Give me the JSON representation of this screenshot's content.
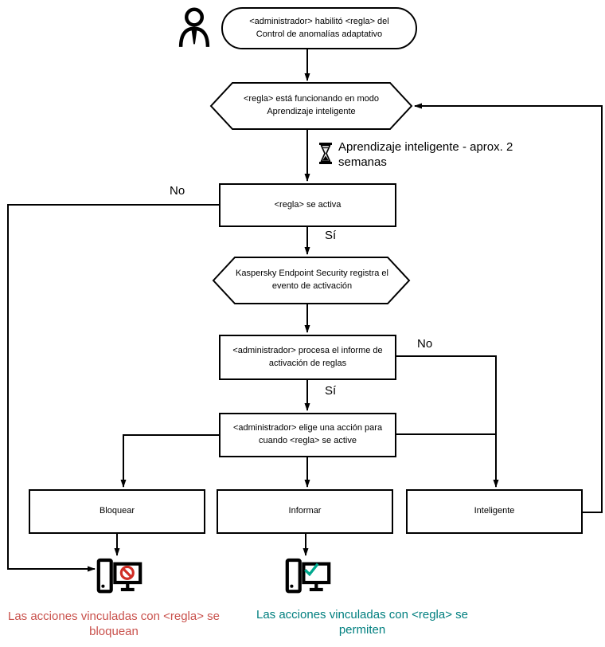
{
  "nodes": {
    "start": "<administrador> habilitó <regla> del Control de anomalías adaptativo",
    "learning_mode": "<regla> está funcionando en modo Aprendizaje inteligente",
    "rule_triggers": "<regla> se activa",
    "event_logged": "Kaspersky Endpoint Security registra el evento de activación",
    "process_report": "<administrador> procesa el informe de activación de reglas",
    "choose_action": "<administrador> elige una acción para cuando <regla> se active",
    "action_block": "Bloquear",
    "action_inform": "Informar",
    "action_smart": "Inteligente"
  },
  "labels": {
    "no": "No",
    "yes": "Sí",
    "learning_duration": "Aprendizaje inteligente - aprox. 2 semanas"
  },
  "outcomes": {
    "blocked": "Las acciones vinculadas con <regla> se bloquean",
    "allowed": "Las acciones vinculadas con <regla> se permiten"
  },
  "icons": {
    "actor": "person-icon",
    "wait": "hourglass-icon",
    "blocked": "computer-blocked-icon",
    "allowed": "computer-allowed-icon"
  },
  "colors": {
    "line": "#000000",
    "blocked_text": "#c9514c",
    "allowed_text": "#007f7f",
    "prohibit_icon": "#d02e26",
    "check_icon": "#00a88e"
  }
}
